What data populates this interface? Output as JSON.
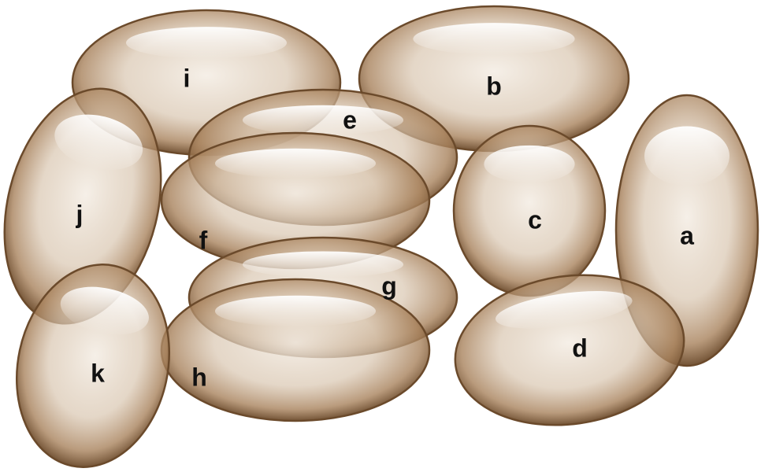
{
  "colors": {
    "shell_dark": "#6b4a2b",
    "shell_mid": "#a8825c",
    "shell_light": "#ece2d6",
    "background": "#ffffff",
    "label": "#111111"
  },
  "ellipsoids": [
    {
      "id": "a",
      "label": "a"
    },
    {
      "id": "b",
      "label": "b"
    },
    {
      "id": "c",
      "label": "c"
    },
    {
      "id": "d",
      "label": "d"
    },
    {
      "id": "e",
      "label": "e"
    },
    {
      "id": "f",
      "label": "f"
    },
    {
      "id": "g",
      "label": "g"
    },
    {
      "id": "h",
      "label": "h"
    },
    {
      "id": "i",
      "label": "i"
    },
    {
      "id": "j",
      "label": "j"
    },
    {
      "id": "k",
      "label": "k"
    }
  ]
}
